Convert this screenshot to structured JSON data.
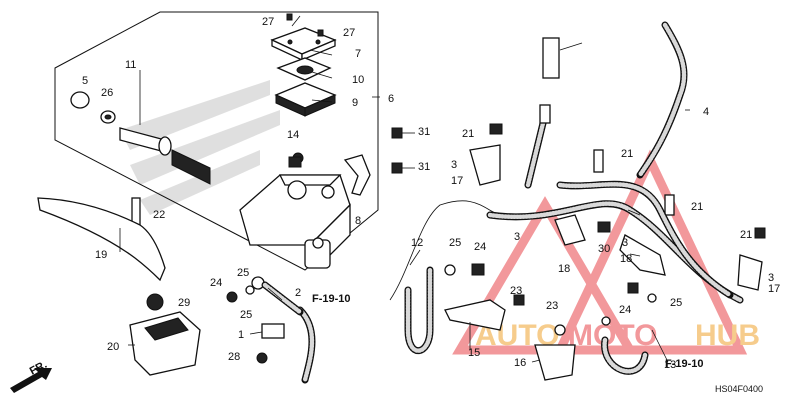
{
  "diagram": {
    "callouts": [
      "27",
      "27",
      "7",
      "10",
      "9",
      "6",
      "11",
      "5",
      "26",
      "14",
      "31",
      "31",
      "8",
      "22",
      "19",
      "29",
      "20",
      "24",
      "25",
      "25",
      "2",
      "1",
      "28",
      "12",
      "25",
      "24",
      "21",
      "3",
      "17",
      "4",
      "21",
      "21",
      "3",
      "30",
      "3",
      "18",
      "21",
      "3",
      "17",
      "18",
      "23",
      "23",
      "24",
      "25",
      "15",
      "16",
      "13"
    ],
    "refs": [
      "F-19-10",
      "F-19-10"
    ],
    "front_label": "FR.",
    "code": "HS04F0400",
    "watermark": {
      "text_a": "AUTO",
      "text_b": "MOTO",
      "text_c": "HUB",
      "accent": "#e8444a",
      "secondary": "#f0a430"
    }
  }
}
